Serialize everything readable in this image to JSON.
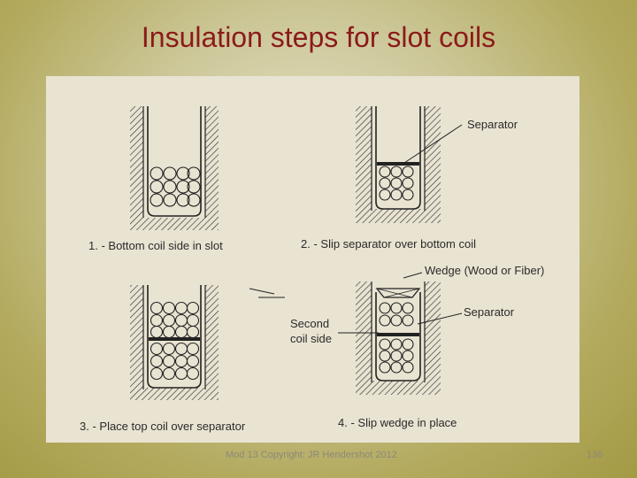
{
  "slide": {
    "title": "Insulation steps for slot coils",
    "footer": "Mod 13 Copyright: JR Hendershot 2012",
    "page_number": "136"
  },
  "figure": {
    "step1_caption": "1. - Bottom coil side in slot",
    "step2_caption": "2. - Slip separator over bottom coil",
    "step3_caption": "3. - Place top coil over separator",
    "step4_caption": "4. - Slip wedge in place",
    "label_separator_top": "Separator",
    "label_wedge": "Wedge  (Wood or Fiber)",
    "label_separator_bottom": "Separator",
    "label_second_coil_line1": "Second",
    "label_second_coil_line2": "coil side"
  }
}
